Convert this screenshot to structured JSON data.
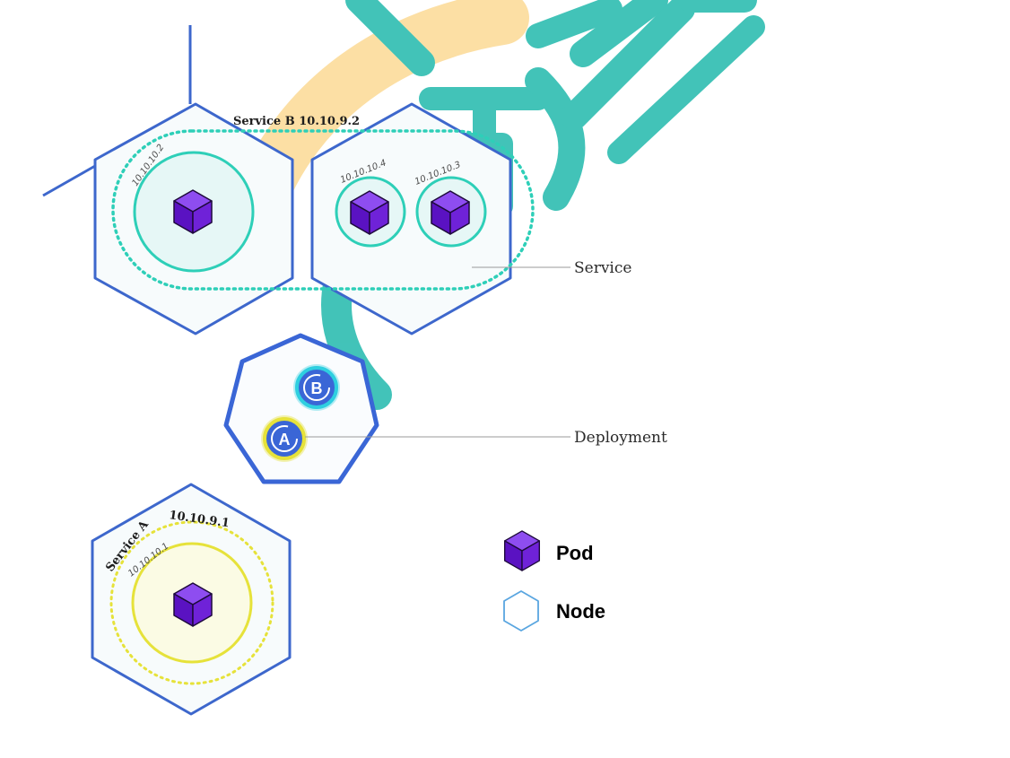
{
  "service_b": {
    "title": "Service B 10.10.9.2",
    "pod_ips": [
      "10.10.10.2",
      "10.10.10.4",
      "10.10.10.3"
    ]
  },
  "service_a": {
    "name": "Service A",
    "ip": "10.10.9.1",
    "pod_ip": "10.10.10.1"
  },
  "deployment": {
    "replica_b": "B",
    "replica_a": "A"
  },
  "callouts": {
    "service": "Service",
    "deployment": "Deployment"
  },
  "legend": {
    "pod": "Pod",
    "node": "Node"
  },
  "colors": {
    "node_stroke": "#3d67cc",
    "node_fill": "#f7fbfc",
    "service_b_ring": "#2ecfb8",
    "service_a_ring": "#e6e23a",
    "pod_purple": "#6a1fd0",
    "deployment_stroke": "#3a66d6",
    "watermark_teal": "#3cc3ba",
    "watermark_gold": "#f4b83a"
  }
}
